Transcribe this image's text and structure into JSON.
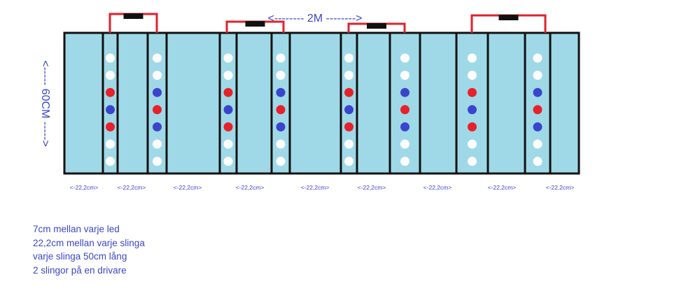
{
  "diagram": {
    "width_label": "<-------- 2M -------->",
    "height_label": "<----- 60CM ----->",
    "spacing_labels": [
      "<-22,2cm>",
      "<-22,2cm>",
      "<-22,2cm>",
      "<-22,2cm>",
      "<-22,2cm>",
      "<-22,2cm>",
      "<-22,2cm>",
      "<-22,2cm>",
      "<-22,2cm>"
    ],
    "colors": {
      "panel_fill": "#9fd9e8",
      "border": "#111111",
      "driver_wire": "#e0222c",
      "driver_body": "#111111",
      "led_white": "#ffffff",
      "led_red": "#e8202a",
      "led_blue": "#3a45cc",
      "text": "#3b47c9"
    },
    "strings": [
      {
        "leds": [
          "white",
          "white",
          "red",
          "blue",
          "red",
          "white",
          "white"
        ]
      },
      {
        "leds": [
          "white",
          "white",
          "blue",
          "red",
          "blue",
          "white",
          "white"
        ]
      },
      {
        "leds": [
          "white",
          "white",
          "red",
          "blue",
          "red",
          "white",
          "white"
        ]
      },
      {
        "leds": [
          "white",
          "white",
          "blue",
          "red",
          "blue",
          "white",
          "white"
        ]
      },
      {
        "leds": [
          "white",
          "white",
          "red",
          "blue",
          "red",
          "white",
          "white"
        ]
      },
      {
        "leds": [
          "white",
          "white",
          "blue",
          "red",
          "blue",
          "white",
          "white"
        ]
      },
      {
        "leds": [
          "white",
          "white",
          "red",
          "blue",
          "red",
          "white",
          "white"
        ]
      },
      {
        "leds": [
          "white",
          "white",
          "blue",
          "red",
          "blue",
          "white",
          "white"
        ]
      }
    ],
    "drivers": 4
  },
  "notes": [
    "7cm mellan varje led",
    "22,2cm mellan varje slinga",
    "varje slinga 50cm lång",
    "2 slingor på en drivare"
  ]
}
